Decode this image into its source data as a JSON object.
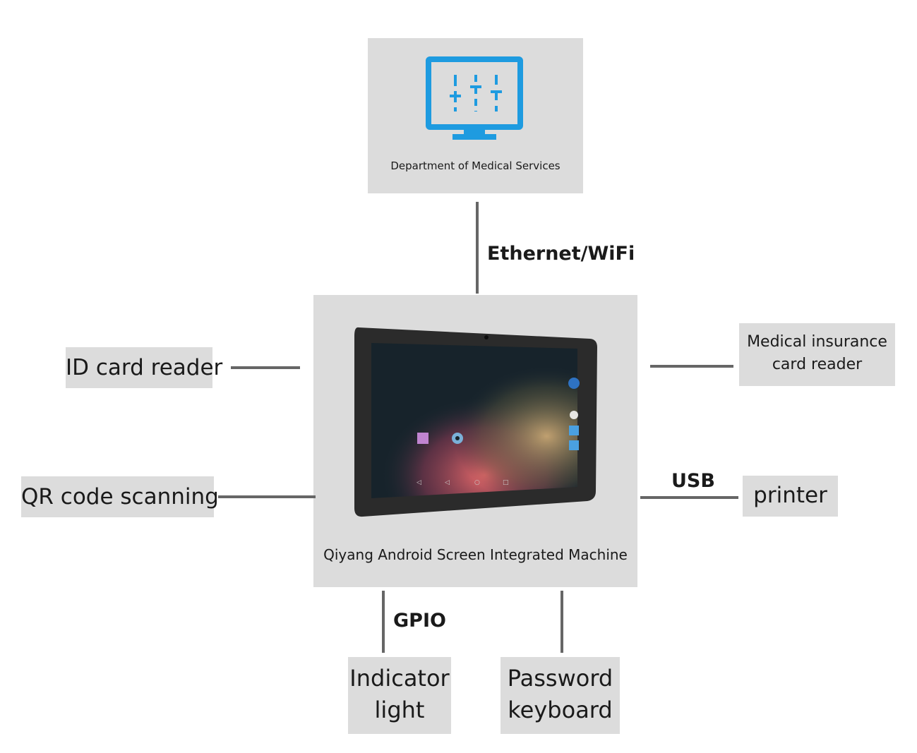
{
  "top_node": {
    "label": "Department of Medical Services",
    "icon": "monitor-sliders-icon",
    "icon_color": "#1e9be0"
  },
  "center_node": {
    "label": "Qiyang Android Screen Integrated Machine",
    "image": "android-tablet-image"
  },
  "connections": {
    "network": "Ethernet/WiFi",
    "usb": "USB",
    "gpio": "GPIO"
  },
  "peripherals": {
    "id_card_reader": "ID card reader",
    "qr_code": "QR code scanning",
    "medical_insurance_line1": "Medical insurance",
    "medical_insurance_line2": "card reader",
    "printer": "printer",
    "indicator_line1": "Indicator",
    "indicator_line2": "light",
    "password_line1": "Password",
    "password_line2": "keyboard"
  },
  "colors": {
    "box_background": "#dcdcdc",
    "connector": "#666666"
  }
}
